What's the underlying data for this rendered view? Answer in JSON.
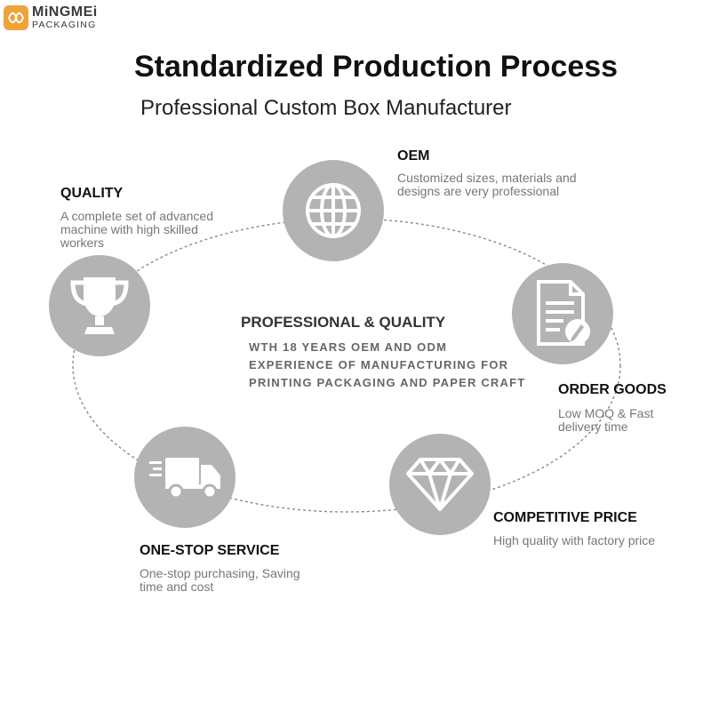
{
  "brand": {
    "name": "MiNGMEi",
    "tagline": "PACKAGING",
    "accent_color": "#f0a23a"
  },
  "header": {
    "title": "Standardized Production Process",
    "subtitle": "Professional Custom Box Manufacturer"
  },
  "center": {
    "title": "PROFESSIONAL & QUALITY",
    "lines": [
      "WTH 18 YEARS OEM AND ODM",
      "EXPERIENCE OF MANUFACTURING FOR",
      "PRINTING PACKAGING AND PAPER CRAFT"
    ]
  },
  "nodes": [
    {
      "key": "oem",
      "title": "OEM",
      "icon": "globe-icon",
      "lines": [
        "Customized sizes, materials and",
        "designs are very professional"
      ]
    },
    {
      "key": "quality",
      "title": "QUALITY",
      "icon": "trophy-icon",
      "lines": [
        "A complete set of advanced",
        "machine with high skilled",
        "workers"
      ]
    },
    {
      "key": "order",
      "title": "ORDER GOODS",
      "icon": "document-edit-icon",
      "lines": [
        "Low MOQ & Fast",
        "delivery time"
      ]
    },
    {
      "key": "service",
      "title": "ONE-STOP SERVICE",
      "icon": "delivery-truck-icon",
      "lines": [
        "One-stop purchasing, Saving",
        "time and cost"
      ]
    },
    {
      "key": "price",
      "title": "COMPETITIVE PRICE",
      "icon": "diamond-icon",
      "lines": [
        "High quality with factory price"
      ]
    }
  ],
  "colors": {
    "node_fill": "#b3b3b3",
    "ring_stroke": "#8a8a8a",
    "description_text": "#777777"
  }
}
